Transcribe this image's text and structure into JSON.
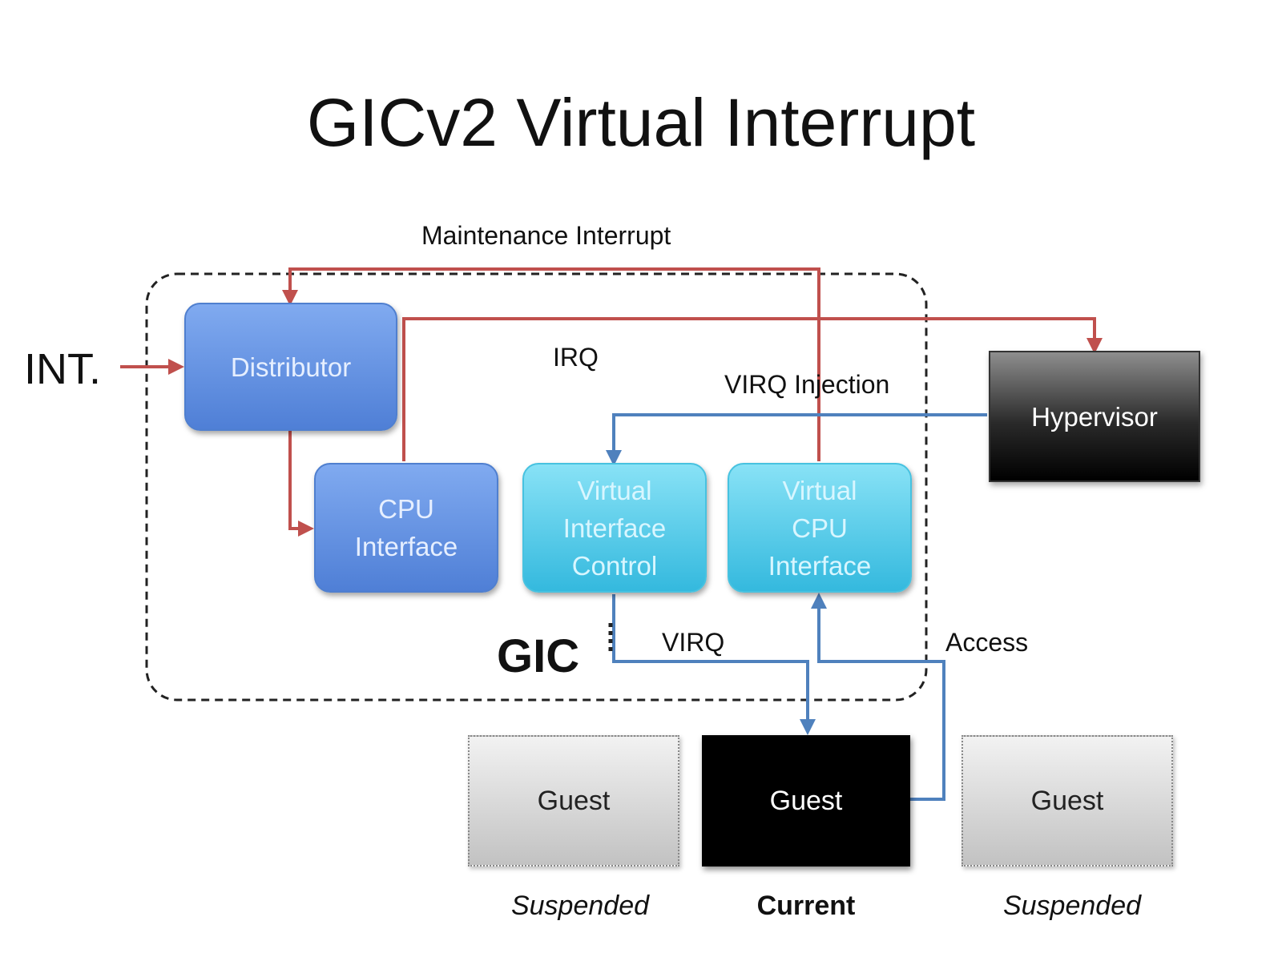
{
  "title": "GICv2 Virtual Interrupt",
  "colors": {
    "irq_line": "#c0504d",
    "virq_line": "#4f81bd",
    "blue_box": "#4f7fd6",
    "cyan_box": "#34b9de"
  },
  "labels": {
    "int": "INT.",
    "maintenance": "Maintenance Interrupt",
    "irq": "IRQ",
    "virq_injection": "VIRQ Injection",
    "virq": "VIRQ",
    "access": "Access",
    "gic": "GIC"
  },
  "blocks": {
    "distributor": "Distributor",
    "cpu_interface": [
      "CPU",
      "Interface"
    ],
    "virtual_interface_control": [
      "Virtual",
      "Interface",
      "Control"
    ],
    "virtual_cpu_interface": [
      "Virtual",
      "CPU",
      "Interface"
    ],
    "hypervisor": "Hypervisor"
  },
  "guests": [
    {
      "label": "Guest",
      "state": "Suspended"
    },
    {
      "label": "Guest",
      "state": "Current"
    },
    {
      "label": "Guest",
      "state": "Suspended"
    }
  ]
}
